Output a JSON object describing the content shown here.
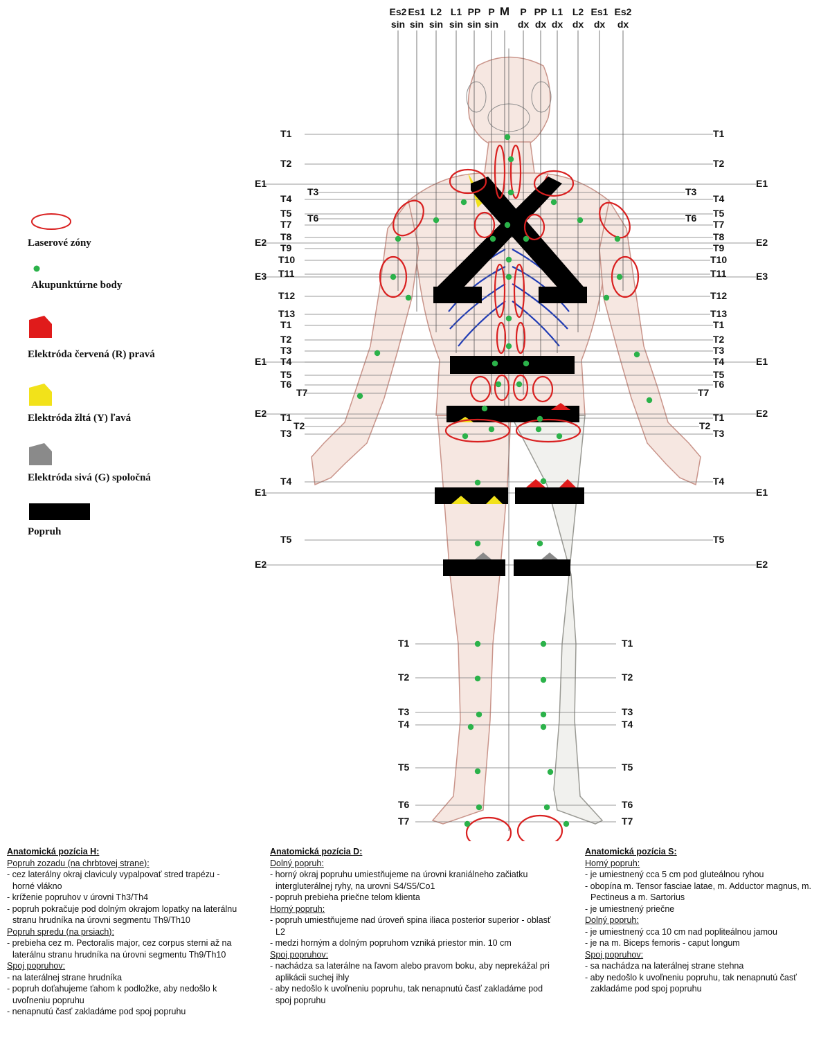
{
  "columns": {
    "top": [
      "Es2",
      "Es1",
      "L2",
      "L1",
      "PP",
      "P",
      "M",
      "P",
      "PP",
      "L1",
      "L2",
      "Es1",
      "Es2"
    ],
    "bottom": [
      "sin",
      "sin",
      "sin",
      "sin",
      "sin",
      "sin",
      "",
      "dx",
      "dx",
      "dx",
      "dx",
      "dx",
      "dx"
    ]
  },
  "levels": {
    "T1": "T1",
    "T2": "T2",
    "T3": "T3",
    "T4": "T4",
    "T5": "T5",
    "T6": "T6",
    "T7": "T7",
    "T8": "T8",
    "T9": "T9",
    "T10": "T10",
    "T11": "T11",
    "T12": "T12",
    "T13": "T13",
    "E1": "E1",
    "E2": "E2",
    "E3": "E3"
  },
  "legend": {
    "laser": "Laserové zóny",
    "acupoint": "Akupunktúrne body",
    "red": "Elektróda červená (R) pravá",
    "yellow": "Elektróda žltá (Y) ľavá",
    "gray": "Elektróda sivá (G) spoločná",
    "strap": "Popruh"
  },
  "colors": {
    "laser": "#d92020",
    "acupoint": "#2bb24a",
    "red": "#e01b1b",
    "yellow": "#f2e21a",
    "gray": "#8a8a8a",
    "strap": "#000000",
    "vessels": "#1f3bb5"
  },
  "notes": {
    "h": {
      "title": "Anatomická pozícia H:",
      "sub1": "Popruh zozadu (na chrbtovej strane):",
      "l1": "cez laterálny okraj claviculy vypalpovať stred trapézu - horné vlákno",
      "l2": "kríženie popruhov v úrovni Th3/Th4",
      "l3": "popruh pokračuje pod dolným okrajom lopatky na laterálnu stranu hrudníka na úrovni segmentu Th9/Th10",
      "sub2": "Popruh spredu (na prsiach):",
      "l4": "prebieha cez m. Pectoralis major, cez corpus sterni až na laterálnu stranu hrudníka na úrovni segmentu Th9/Th10",
      "sub3": "Spoj popruhov:",
      "l5": "na laterálnej strane hrudníka",
      "l6": "popruh doťahujeme ťahom k podložke, aby nedošlo k uvoľneniu popruhu",
      "l7": "nenapnutú časť zakladáme pod spoj popruhu"
    },
    "d": {
      "title": "Anatomická pozícia D:",
      "sub1": "Dolný popruh:",
      "l1": "horný okraj popruhu umiestňujeme na úrovni kraniálneho začiatku intergluterálnej ryhy, na urovni S4/S5/Co1",
      "l2": "popruh prebieha priečne telom klienta",
      "sub2": "Horný popruh:",
      "l3": "popruh umiestňujeme nad úroveň spina iliaca posterior superior - oblasť L2",
      "l4": "medzi horným a dolným popruhom vzniká priestor min. 10 cm",
      "sub3": "Spoj popruhov:",
      "l5": "nachádza sa laterálne na ľavom alebo pravom boku, aby neprekážal pri aplikácii suchej ihly",
      "l6": "aby nedošlo k uvoľneniu popruhu, tak nenapnutú časť zakladáme pod spoj popruhu"
    },
    "s": {
      "title": "Anatomická pozícia S:",
      "sub1": "Horný popruh:",
      "l1": "je umiestnený cca 5 cm pod gluteálnou ryhou",
      "l2": "obopína m. Tensor fasciae latae, m. Adductor magnus, m. Pectineus a m. Sartorius",
      "l3": "je umiestnený priečne",
      "sub2": "Dolný popruh:",
      "l4": "je umiestnený cca 10 cm nad popliteálnou jamou",
      "l5": "je na m. Biceps femoris - caput longum",
      "sub3": "Spoj popruhov:",
      "l6": "sa nachádza na laterálnej strane stehna",
      "l7": "aby nedošlo k uvoľneniu popruhu, tak nenapnutú časť zakladáme pod spoj popruhu"
    }
  }
}
